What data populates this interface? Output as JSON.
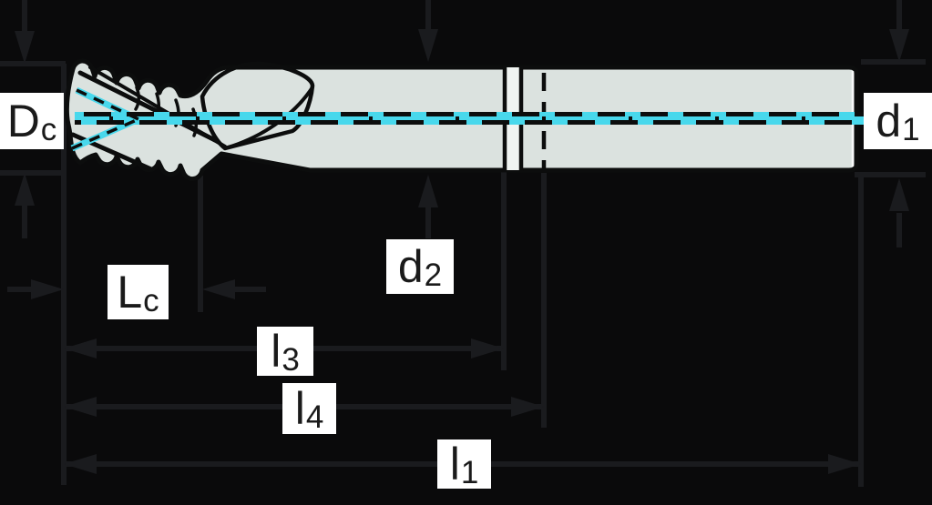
{
  "diagram": {
    "type": "technical-dimension-drawing",
    "subject": "roughing end mill cutter, side view with dimension callouts",
    "labels": {
      "dc": {
        "main": "D",
        "sub": "c"
      },
      "d1": {
        "main": "d",
        "sub": "1"
      },
      "d2": {
        "main": "d",
        "sub": "2"
      },
      "lc": {
        "main": "L",
        "sub": "c"
      },
      "l3": {
        "main": "l",
        "sub": "3"
      },
      "l4": {
        "main": "l",
        "sub": "4"
      },
      "l1": {
        "main": "l",
        "sub": "1"
      }
    },
    "colors": {
      "background": "#0a0a0b",
      "tool_fill": "#dbe2df",
      "neck_fill": "#f0f4f2",
      "outline": "#0c0d0d",
      "centerline_cyan": "#48d8ec",
      "dimension_line": "#1a1b1e",
      "label_bg": "#ffffff",
      "label_text": "#1a1a1a"
    }
  }
}
